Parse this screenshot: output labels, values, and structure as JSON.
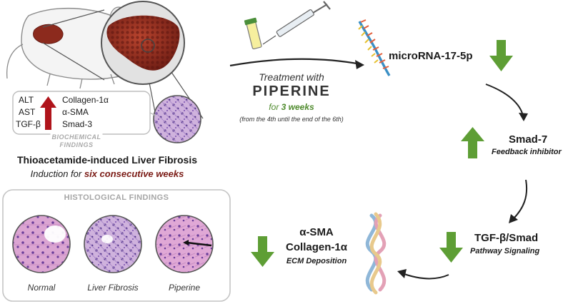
{
  "biochemical": {
    "markers_left": [
      "ALT",
      "AST",
      "TGF-β"
    ],
    "markers_right": [
      "Collagen-1α",
      "α-SMA",
      "Smad-3"
    ],
    "label_line1": "BIOCHEMICAL",
    "label_line2": "FINDINGS"
  },
  "model": {
    "title": "Thioacetamide-induced Liver Fibrosis",
    "induction_prefix": "Induction for ",
    "induction_emph": "six consecutive weeks"
  },
  "histology": {
    "title": "HISTOLOGICAL FINDINGS",
    "panels": [
      "Normal",
      "Liver Fibrosis",
      "Piperine"
    ]
  },
  "treatment": {
    "line1": "Treatment with",
    "drug": "PIPERINE",
    "duration_prefix": "for ",
    "duration_emph": "3 weeks",
    "window": "(from the 4th until the end of the 6th)"
  },
  "pathway": {
    "mirna": "microRNA-17-5p",
    "smad7": "Smad-7",
    "smad7_sub": "Feedback inhibitor",
    "tgf": "TGF-β/Smad",
    "tgf_sub": "Pathway Signaling",
    "asma": "α-SMA",
    "collagen": "Collagen-1α",
    "ecm": "ECM Deposition"
  },
  "colors": {
    "up_arrow_red": "#b0141b",
    "green_arrow": "#5e9e35",
    "induction_emph": "#7a1a14",
    "duration_green": "#4e8a2c",
    "liver": "#8c2a1d",
    "stain_pink": "#d9a6d2",
    "stain_purple": "#5b3a8c"
  }
}
